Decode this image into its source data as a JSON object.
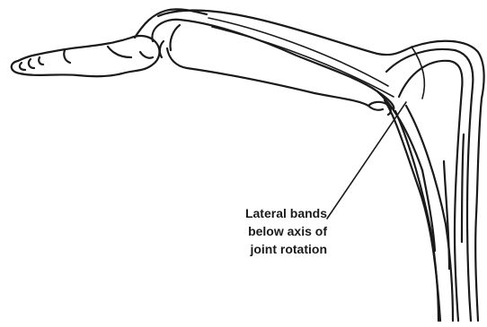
{
  "figure": {
    "subject": "finger anatomy line drawing",
    "annotation": {
      "lines": [
        "Lateral bands",
        "below axis of",
        "joint rotation"
      ]
    },
    "colors": {
      "ink": "#1a1a1a",
      "background": "#ffffff"
    }
  }
}
